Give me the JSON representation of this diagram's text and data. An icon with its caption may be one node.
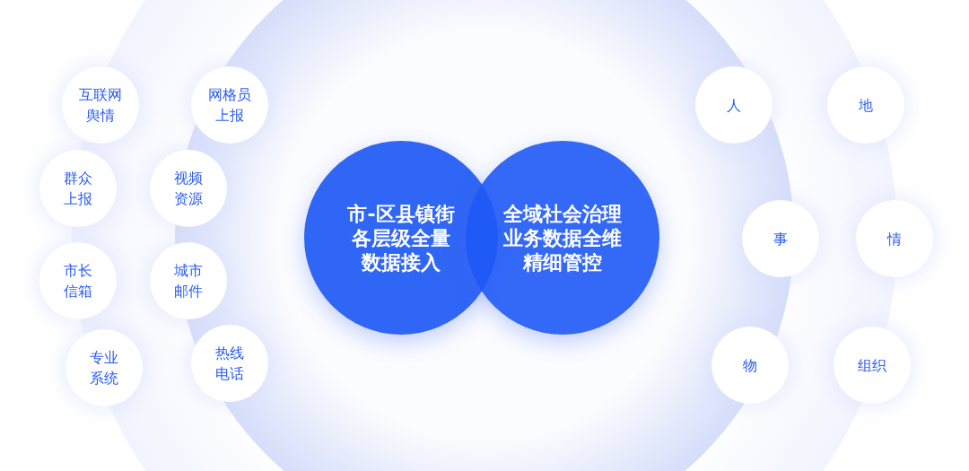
{
  "diagram": {
    "nodes": [
      {
        "text": [
          "市-区县镇街各层级全量数据接入"
        ]
      },
      {
        "text": [
          "全域社会治理业务数据全维精细管控"
        ]
      },
      {
        "text": [
          "互联网舆情"
        ]
      },
      {
        "text": [
          "网格员上报"
        ]
      },
      {
        "text": [
          "群众上报"
        ]
      },
      {
        "text": [
          "视频资源"
        ]
      },
      {
        "text": [
          "市长信箱"
        ]
      },
      {
        "text": [
          "城市邮件"
        ]
      },
      {
        "text": [
          "专业系统"
        ]
      },
      {
        "text": [
          "热线电话"
        ]
      },
      {
        "text": [
          "人"
        ]
      },
      {
        "text": [
          "地"
        ]
      },
      {
        "text": [
          "事"
        ]
      },
      {
        "text": [
          "情"
        ]
      },
      {
        "text": [
          "物"
        ]
      },
      {
        "text": [
          "组织"
        ]
      }
    ]
  }
}
